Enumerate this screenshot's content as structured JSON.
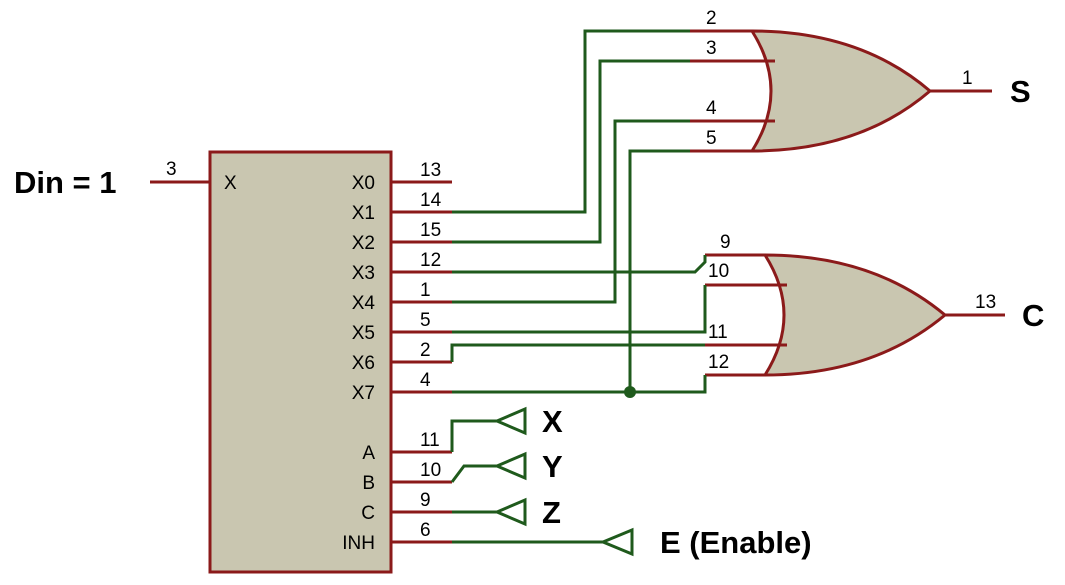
{
  "inputs": {
    "din": "Din = 1",
    "x": "X",
    "y": "Y",
    "z": "Z",
    "enable": "E (Enable)"
  },
  "outputs": {
    "s": "S",
    "c": "C"
  },
  "demux": {
    "input_pin_label": "X",
    "input_pin_number": "3",
    "output_pins": [
      {
        "name": "X0",
        "number": "13"
      },
      {
        "name": "X1",
        "number": "14"
      },
      {
        "name": "X2",
        "number": "15"
      },
      {
        "name": "X3",
        "number": "12"
      },
      {
        "name": "X4",
        "number": "1"
      },
      {
        "name": "X5",
        "number": "5"
      },
      {
        "name": "X6",
        "number": "2"
      },
      {
        "name": "X7",
        "number": "4"
      }
    ],
    "select_pins": [
      {
        "name": "A",
        "number": "11"
      },
      {
        "name": "B",
        "number": "10"
      },
      {
        "name": "C",
        "number": "9"
      },
      {
        "name": "INH",
        "number": "6"
      }
    ]
  },
  "or_gate_s": {
    "input_numbers": [
      "2",
      "3",
      "4",
      "5"
    ],
    "output_number": "1"
  },
  "or_gate_c": {
    "input_numbers": [
      "9",
      "10",
      "11",
      "12"
    ],
    "output_number": "13"
  },
  "colors": {
    "wire": "#1f5a1c",
    "pin": "#8b1a1a",
    "body": "#c9c6b0"
  }
}
